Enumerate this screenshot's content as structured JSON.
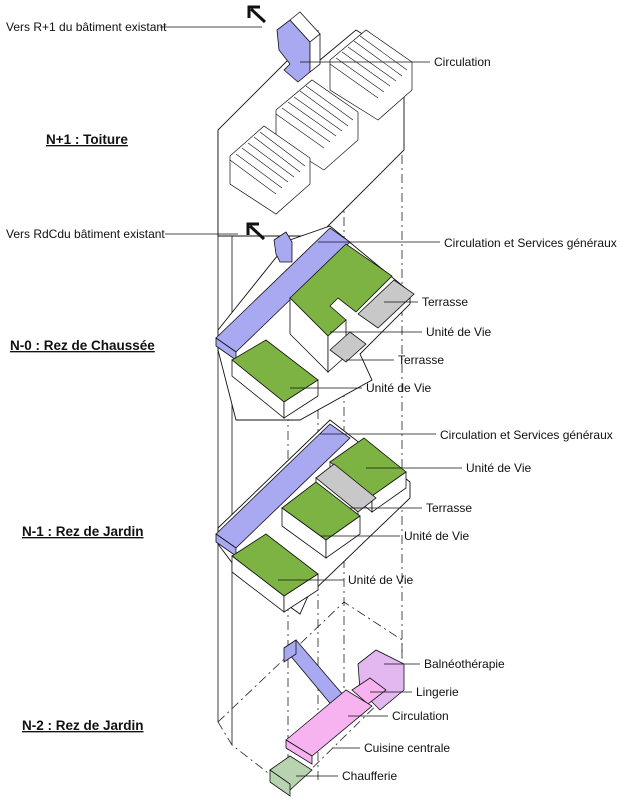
{
  "levels": {
    "toiture": "N+1 : Toiture",
    "rdc": "N-0 : Rez de Chaussée",
    "jardin1": "N-1 : Rez de Jardin",
    "jardin2": "N-2 : Rez de Jardin"
  },
  "notes": {
    "vers_r1": "Vers R+1 du bâtiment existant",
    "vers_rdc": "Vers RdCdu bâtiment existant"
  },
  "labels": {
    "toit_circulation": "Circulation",
    "rdc_circ_services": "Circulation et Services généraux",
    "rdc_terrasse_1": "Terrasse",
    "rdc_unite_1": "Unité de Vie",
    "rdc_terrasse_2": "Terrasse",
    "rdc_unite_2": "Unité de Vie",
    "j1_circ_services": "Circulation et Services généraux",
    "j1_unite_1": "Unité de Vie",
    "j1_terrasse": "Terrasse",
    "j1_unite_2": "Unité de Vie",
    "j1_unite_3": "Unité de Vie",
    "j2_balneo": "Balnéothérapie",
    "j2_lingerie": "Lingerie",
    "j2_circulation": "Circulation",
    "j2_cuisine": "Cuisine centrale",
    "j2_chaufferie": "Chaufferie"
  },
  "colors": {
    "circulation": "#a9a9f2",
    "unite": "#7cb342",
    "terrasse": "#c8c8c8",
    "balneo": "#e3b8f0",
    "cuisine": "#f7b3f0",
    "chaufferie": "#b7d3b0",
    "line": "#111111"
  }
}
